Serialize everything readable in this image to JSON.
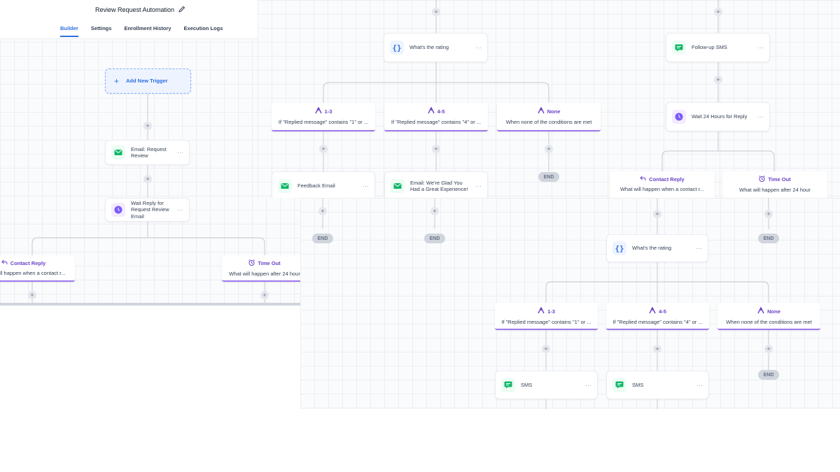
{
  "header": {
    "title": "Review Request Automation",
    "tabs": [
      "Builder",
      "Settings",
      "Enrollment History",
      "Execution Logs"
    ],
    "active_tab": "Builder"
  },
  "colors": {
    "accent": "#2e6fe0",
    "branch_purple": "#6941c6",
    "email_green": "#12b76a",
    "wait_purple": "#7a5af8"
  },
  "icons": [
    "pencil-icon",
    "plus-icon",
    "mail-icon",
    "clock-icon",
    "branch-icon",
    "reply-icon",
    "alarm-icon",
    "braces-icon",
    "sms-icon",
    "more-icon"
  ],
  "panel1": {
    "trigger": "Add New Trigger",
    "email_node": "Email: Request Review",
    "wait_node": "Wait Reply for Request Review Email",
    "branch_reply_title": "Contact Reply",
    "branch_reply_sub": "What will happen when a contact r...",
    "branch_timeout_title": "Time Out",
    "branch_timeout_sub": "What will happen after 24 hour"
  },
  "panel2": {
    "rating_node": "What's the rating",
    "cond1_title": "1-3",
    "cond1_sub": "If \"Replied message\" contains \"1\" or ...",
    "cond2_title": "4-5",
    "cond2_sub": "If \"Replied message\" contains \"4\" or ...",
    "cond3_title": "None",
    "cond3_sub": "When none of the conditions are met",
    "feedback_node": "Feedback Email",
    "glad_node": "Email: We're Glad You Had a Great Experience!",
    "followup_node": "Follow-up SMS",
    "wait24_node": "Wait 24 Hours for Reply",
    "branch_reply_title": "Contact Reply",
    "branch_reply_sub": "What will happen when a contact r...",
    "branch_timeout_title": "Time Out",
    "branch_timeout_sub": "What will happen after 24 hour",
    "end_label": "END"
  },
  "panel3": {
    "rating_node": "What's the rating",
    "cond1_title": "1-3",
    "cond1_sub": "If \"Replied message\" contains \"1\" or ...",
    "cond2_title": "4-5",
    "cond2_sub": "If \"Replied message\" contains \"4\" or ...",
    "cond3_title": "None",
    "cond3_sub": "When none of the conditions are met",
    "sms1": "SMS",
    "sms2": "SMS",
    "end_label": "END"
  }
}
